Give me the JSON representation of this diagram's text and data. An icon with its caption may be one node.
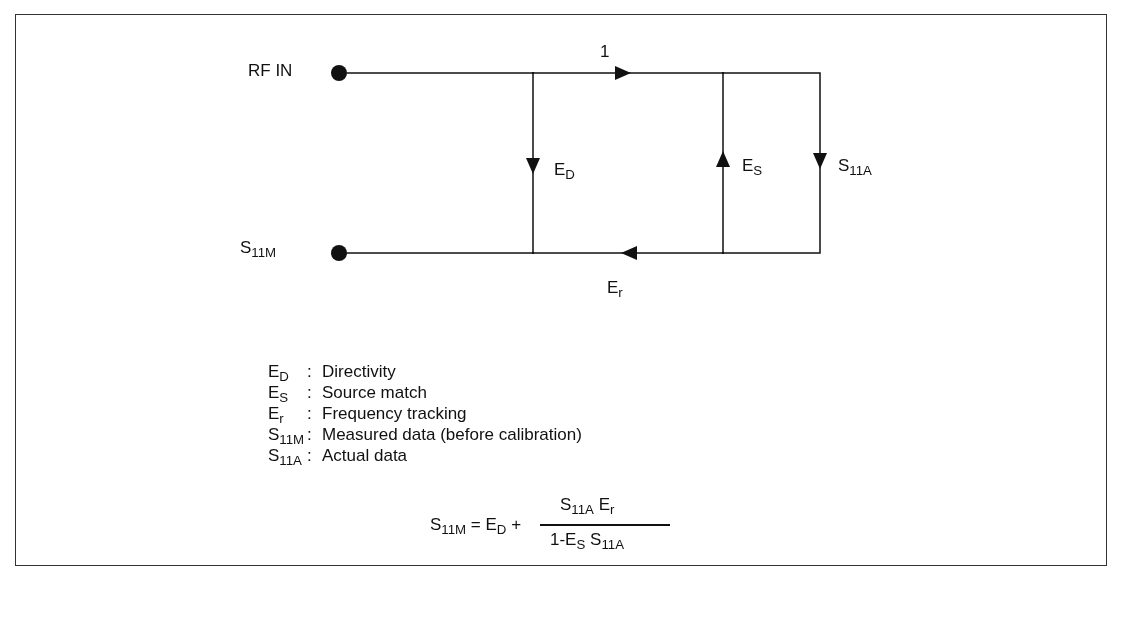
{
  "diagram": {
    "nodes": [
      {
        "text": [],
        "shape": "circle",
        "beside": [
          "RF IN"
        ]
      },
      {
        "text": [],
        "shape": "circle",
        "beside": [
          "S$_{11M}$"
        ]
      },
      {
        "text": [],
        "shape": "junction"
      },
      {
        "text": [],
        "shape": "junction"
      },
      {
        "text": [],
        "shape": "junction"
      },
      {
        "text": [],
        "shape": "junction"
      }
    ],
    "edges": [
      {
        "from": 0,
        "to": 2,
        "arrow": "to",
        "label": "1"
      },
      {
        "from": 4,
        "to": 5,
        "arrow": "to",
        "label": "E$_{D}$"
      },
      {
        "from": 3,
        "to": 2,
        "arrow": "to",
        "label": "E$_{S}$"
      },
      {
        "from": 2,
        "to": 3,
        "arrow": "to",
        "label": "S$_{11A}$"
      },
      {
        "from": 3,
        "to": 1,
        "arrow": "to",
        "label": "E$_{r}$"
      }
    ],
    "labels": [
      "E$_{D}$",
      ":",
      "Directivity",
      "E$_{S}$",
      ":",
      "Source match",
      "E$_{r}$",
      ":",
      "Frequency tracking",
      "S$_{11M}$",
      ":",
      "Measured data (before calibration)",
      "S$_{11A}$",
      ":",
      "Actual data",
      "S$_{11M}$ = E$_{D}$ +",
      "S$_{11A}$ E$_{r}$",
      "1-E$_{S}$ S$_{11A}$"
    ]
  }
}
